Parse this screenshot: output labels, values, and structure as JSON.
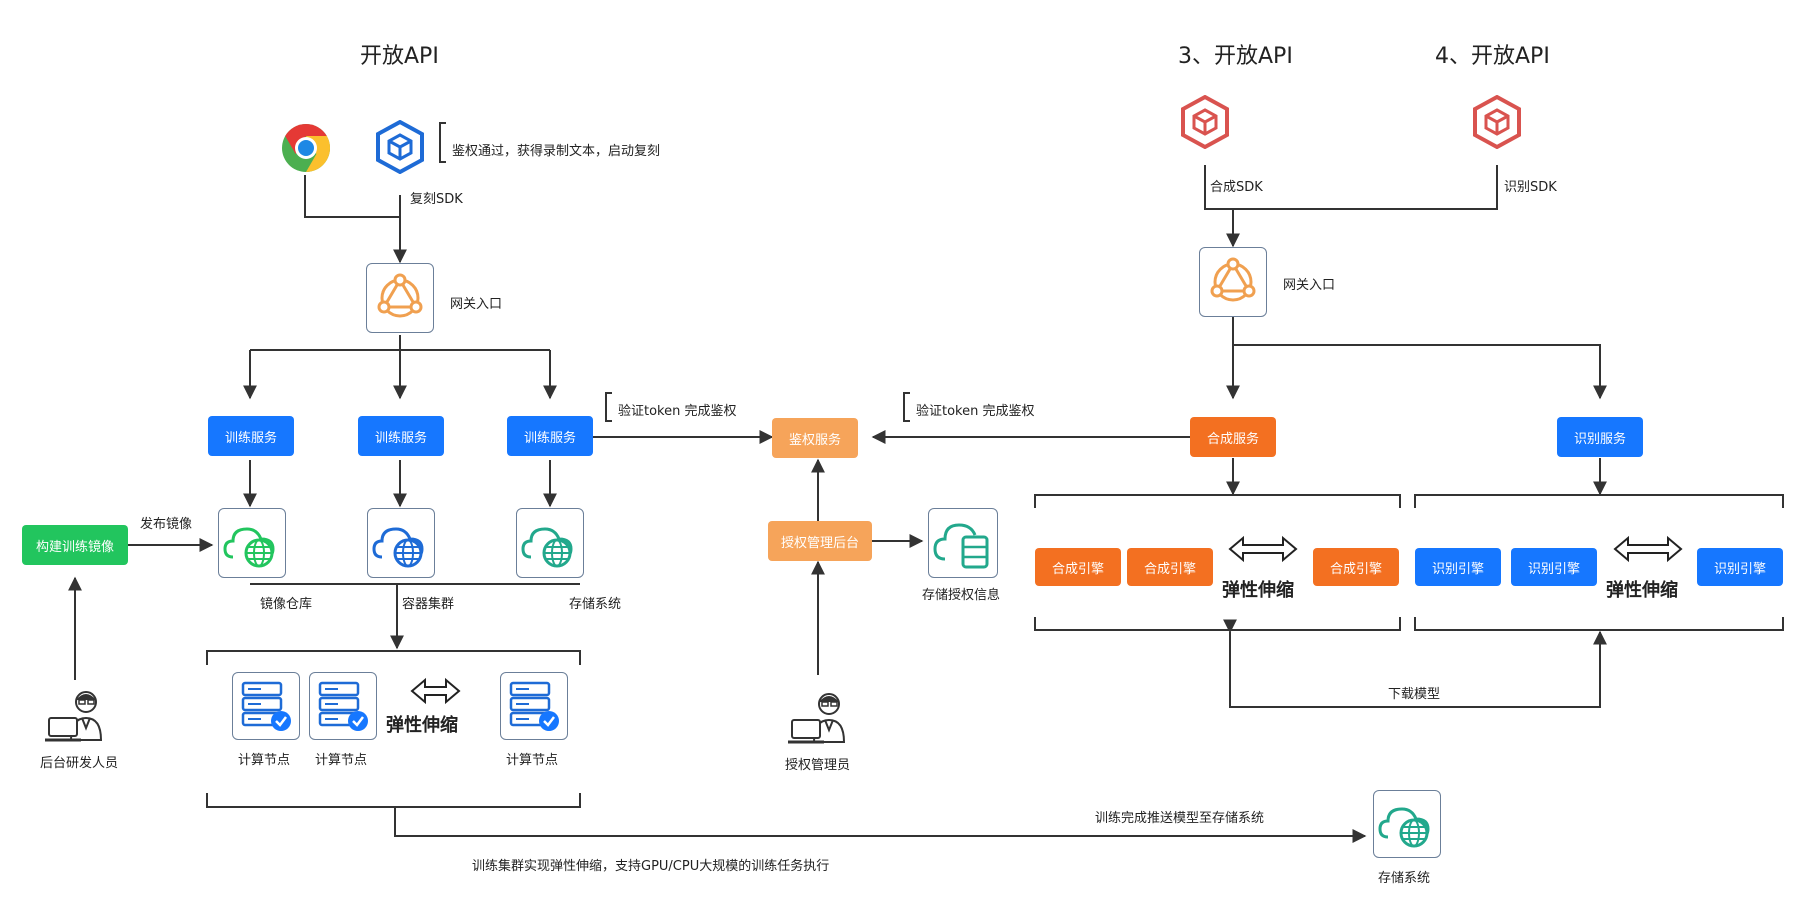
{
  "titles": {
    "left": "开放API",
    "mid": "3、开放API",
    "right": "4、开放API"
  },
  "left": {
    "auth_note": "鉴权通过，获得录制文本，启动复刻",
    "sdk_label": "复刻SDK",
    "gateway_label": "网关入口",
    "train_services": [
      "训练服务",
      "训练服务",
      "训练服务"
    ],
    "verify_note": "验证token 完成鉴权",
    "publish_label": "发布镜像",
    "build_image": "构建训练镜像",
    "storage_labels": [
      "镜像仓库",
      "容器集群",
      "存储系统"
    ],
    "compute_nodes": [
      "计算节点",
      "计算节点",
      "计算节点"
    ],
    "elastic": "弹性伸缩",
    "developer": "后台研发人员",
    "cluster_note": "训练集群实现弹性伸缩，支持GPU/CPU大规模的训练任务执行",
    "push_note": "训练完成推送模型至存储系统",
    "storage_bottom": "存储系统"
  },
  "center": {
    "auth_service": "鉴权服务",
    "auth_admin_backend": "授权管理后台",
    "store_auth_info": "存储授权信息",
    "admin": "授权管理员",
    "verify_note": "验证token 完成鉴权"
  },
  "right": {
    "synth_sdk": "合成SDK",
    "recog_sdk": "识别SDK",
    "gateway_label": "网关入口",
    "synth_service": "合成服务",
    "recog_service": "识别服务",
    "synth_engines": [
      "合成引擎",
      "合成引擎",
      "合成引擎"
    ],
    "recog_engines": [
      "识别引擎",
      "识别引擎",
      "识别引擎"
    ],
    "elastic_left": "弹性伸缩",
    "elastic_right": "弹性伸缩",
    "download_model": "下载模型"
  },
  "icons": {
    "browser": "chrome-icon",
    "sdk": "sdk-cube-icon",
    "gateway": "gateway-hub-icon",
    "cloud": "cloud-globe-icon",
    "server": "server-check-icon",
    "developer": "developer-person-icon",
    "database": "cloud-database-icon"
  },
  "colors": {
    "blue": "#1677ff",
    "orange": "#f37021",
    "light_orange": "#f6a45a",
    "green": "#22c55e",
    "line": "#333333",
    "sdk_red": "#d9534f"
  }
}
